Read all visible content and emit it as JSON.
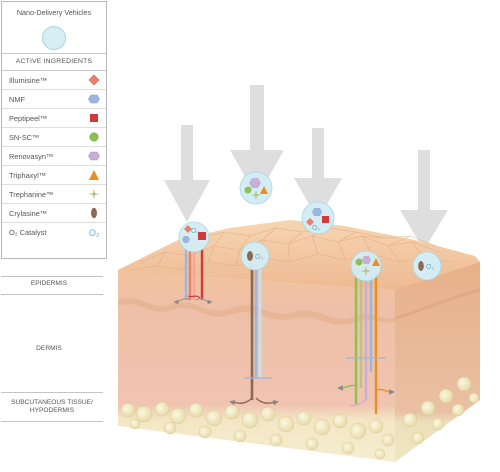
{
  "legend": {
    "header": "Nano-Delivery Vehicles",
    "section_title": "ACTIVE INGREDIENTS",
    "items": [
      {
        "label": "Illumisine™",
        "icon": "diamond-icon",
        "color": "#e8806a"
      },
      {
        "label": "NMF",
        "icon": "hexagon-icon",
        "color": "#9ab7de"
      },
      {
        "label": "Peptipeel™",
        "icon": "square-icon",
        "color": "#d23a3a"
      },
      {
        "label": "SN-SC™",
        "icon": "circle-icon",
        "color": "#8cc152"
      },
      {
        "label": "Renovasyn™",
        "icon": "hexagon-icon",
        "color": "#c9aed8"
      },
      {
        "label": "Triphaxyl™",
        "icon": "triangle-icon",
        "color": "#e8901f"
      },
      {
        "label": "Trephanine™",
        "icon": "star-icon",
        "color": "#b9c48a"
      },
      {
        "label": "Crylasine™",
        "icon": "seed-icon",
        "color": "#8a6a52"
      },
      {
        "label": "O₂ Catalyst",
        "icon": "o2-icon",
        "color": "#7aa9c4"
      }
    ]
  },
  "layers": {
    "epidermis": "EPIDERMIS",
    "dermis": "DERMIS",
    "subcutaneous": "SUBCUTANEOUS TISSUE/ HYPODERMIS"
  },
  "labels": {
    "o2": "O₂"
  },
  "colors": {
    "arrow": "#dedede",
    "vehicle": "#d4edf4",
    "epidermis": "#f2c49c",
    "dermis": "#f1c3ac",
    "hypodermis": "#f3eccb"
  }
}
